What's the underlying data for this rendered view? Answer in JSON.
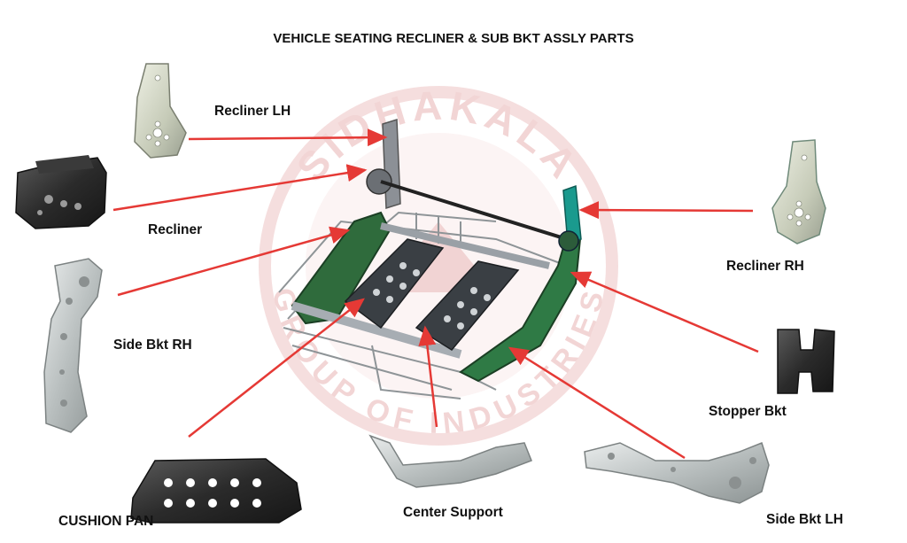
{
  "title": "VEHICLE SEATING RECLINER & SUB BKT ASSLY PARTS",
  "watermark": {
    "top": "SIDHAKALA",
    "bottom": "GROUP OF INDUSTRIES",
    "color": "#e8b4b4"
  },
  "arrow_color": "#e53935",
  "parts": {
    "recliner_lh": "Recliner LH",
    "recliner": "Recliner",
    "side_bkt_rh": "Side Bkt RH",
    "cushion_pan": "CUSHION PAN",
    "center_support": "Center Support",
    "side_bkt_lh": "Side Bkt LH",
    "stopper_bkt": "Stopper Bkt",
    "recliner_rh": "Recliner RH"
  }
}
